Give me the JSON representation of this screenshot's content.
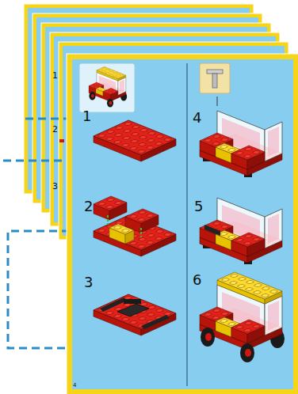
{
  "diagram": {
    "labels": [
      "1",
      "2",
      "3",
      "4",
      "5",
      "6",
      "4",
      "1",
      "2",
      "3"
    ]
  }
}
